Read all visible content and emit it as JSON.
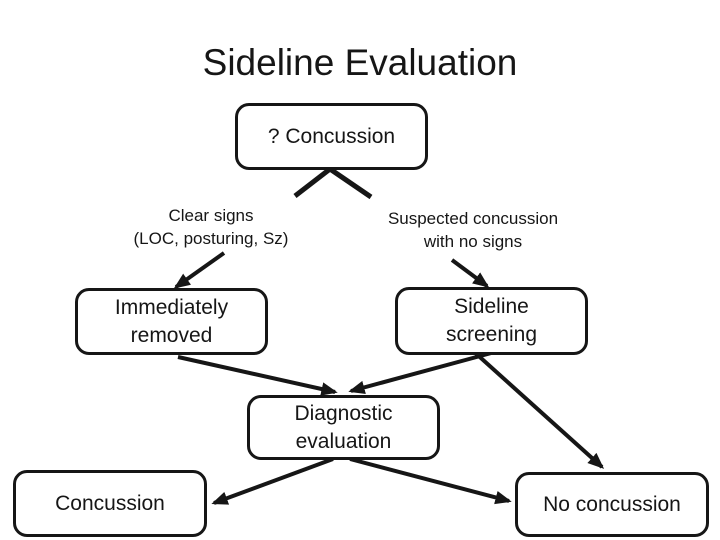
{
  "slide": {
    "title": "Sideline Evaluation",
    "background_color": "#ffffff",
    "line_color": "#161616",
    "text_color": "#161616"
  },
  "nodes": {
    "question": {
      "label": "? Concussion",
      "shape": "rounded-box"
    },
    "immediately_removed": {
      "label": "Immediately\nremoved",
      "shape": "rounded-box"
    },
    "sideline_screening": {
      "label": "Sideline\nscreening",
      "shape": "rounded-box"
    },
    "diagnostic_evaluation": {
      "label": "Diagnostic\nevaluation",
      "shape": "rounded-box"
    },
    "concussion": {
      "label": "Concussion",
      "shape": "rounded-box"
    },
    "no_concussion": {
      "label": "No concussion",
      "shape": "rounded-box"
    }
  },
  "labels": {
    "clear_signs": {
      "text": "Clear signs\n(LOC, posturing, Sz)"
    },
    "suspected": {
      "text": "Suspected concussion\nwith no signs"
    }
  },
  "edges": [
    {
      "from": "? Concussion",
      "to": "Clear signs (LOC, posturing, Sz)",
      "arrowhead": false
    },
    {
      "from": "? Concussion",
      "to": "Suspected concussion with no signs",
      "arrowhead": false
    },
    {
      "from": "Clear signs (LOC, posturing, Sz)",
      "to": "Immediately removed",
      "arrowhead": true
    },
    {
      "from": "Suspected concussion with no signs",
      "to": "Sideline screening",
      "arrowhead": true
    },
    {
      "from": "Immediately removed",
      "to": "Diagnostic evaluation",
      "arrowhead": true
    },
    {
      "from": "Sideline screening",
      "to": "Diagnostic evaluation",
      "arrowhead": true
    },
    {
      "from": "Sideline screening",
      "to": "No concussion",
      "arrowhead": true
    },
    {
      "from": "Diagnostic evaluation",
      "to": "Concussion",
      "arrowhead": true
    },
    {
      "from": "Diagnostic evaluation",
      "to": "No concussion",
      "arrowhead": true
    }
  ]
}
